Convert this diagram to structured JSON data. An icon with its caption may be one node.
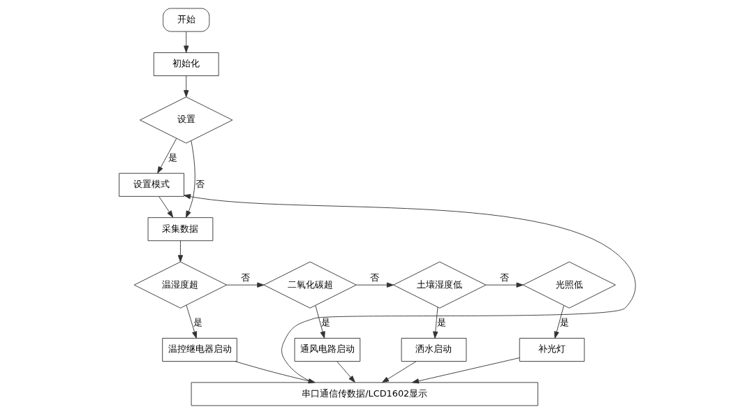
{
  "diagram": {
    "nodes": [
      {
        "text": [
          "开始"
        ]
      },
      {
        "text": [
          "初始化"
        ]
      },
      {
        "text": [
          "设置"
        ]
      },
      {
        "text": [
          "设置模式"
        ]
      },
      {
        "text": [
          "采集数据"
        ]
      },
      {
        "text": [
          "温湿度超"
        ]
      },
      {
        "text": [
          "二氧化碳超"
        ]
      },
      {
        "text": [
          "土壤湿度低"
        ]
      },
      {
        "text": [
          "光照低"
        ]
      },
      {
        "text": [
          "温控继电器启动"
        ]
      },
      {
        "text": [
          "通风电路启动"
        ]
      },
      {
        "text": [
          "洒水启动"
        ]
      },
      {
        "text": [
          "补光灯"
        ]
      },
      {
        "text": [
          "串口通信传数据/LCD1602显示"
        ]
      }
    ],
    "edges": [
      {
        "from": 0,
        "to": 1,
        "arrow": "to"
      },
      {
        "from": 1,
        "to": 2,
        "arrow": "to"
      },
      {
        "from": 2,
        "to": 3,
        "arrow": "to",
        "label": "是"
      },
      {
        "from": 2,
        "to": 4,
        "arrow": "to",
        "label": "否"
      },
      {
        "from": 3,
        "to": 4,
        "arrow": "to"
      },
      {
        "from": 4,
        "to": 5,
        "arrow": "to"
      },
      {
        "from": 5,
        "to": 6,
        "arrow": "to",
        "label": "否"
      },
      {
        "from": 6,
        "to": 7,
        "arrow": "to",
        "label": "否"
      },
      {
        "from": 7,
        "to": 8,
        "arrow": "to",
        "label": "否"
      },
      {
        "from": 5,
        "to": 9,
        "arrow": "to",
        "label": "是"
      },
      {
        "from": 6,
        "to": 10,
        "arrow": "to",
        "label": "是"
      },
      {
        "from": 7,
        "to": 11,
        "arrow": "to",
        "label": "是"
      },
      {
        "from": 8,
        "to": 12,
        "arrow": "to",
        "label": "是"
      },
      {
        "from": 9,
        "to": 13,
        "arrow": "to"
      },
      {
        "from": 10,
        "to": 13,
        "arrow": "to"
      },
      {
        "from": 11,
        "to": 13,
        "arrow": "to"
      },
      {
        "from": 12,
        "to": 13,
        "arrow": "to"
      },
      {
        "from": 13,
        "to": 3,
        "arrow": "to"
      }
    ]
  }
}
